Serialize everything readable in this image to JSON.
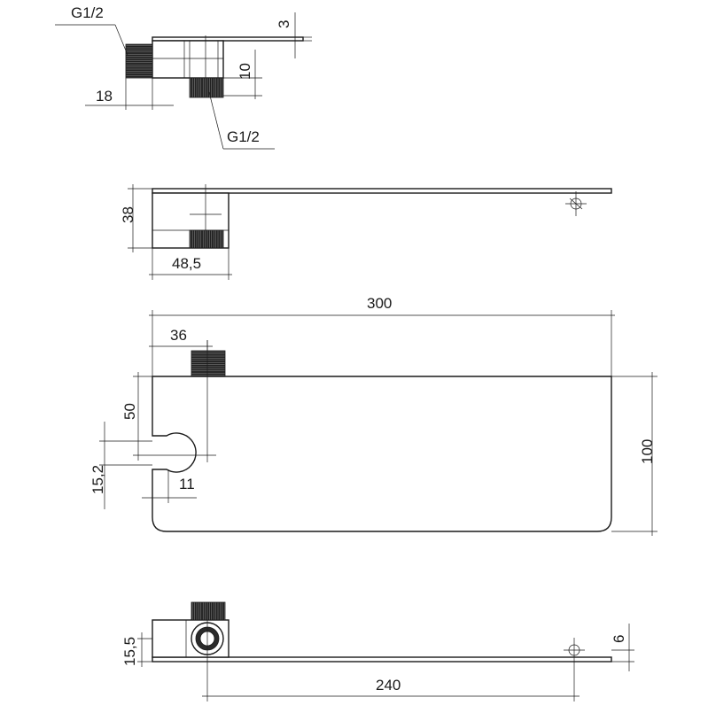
{
  "drawing": {
    "side_view": {
      "thread_top": "G1/2",
      "thread_bottom": "G1/2",
      "plate_thickness": "3",
      "outlet_offset": "10",
      "thread_length": "18"
    },
    "front_view": {
      "height": "38",
      "block_width": "48,5"
    },
    "top_view": {
      "overall_length": "300",
      "outlet_position": "36",
      "outlet_depth": "50",
      "depth": "100",
      "slot_offset": "15,2",
      "slot_width": "11"
    },
    "bottom_view": {
      "outlet_height": "15,5",
      "hole_offset": "6",
      "hole_spacing": "240"
    }
  }
}
